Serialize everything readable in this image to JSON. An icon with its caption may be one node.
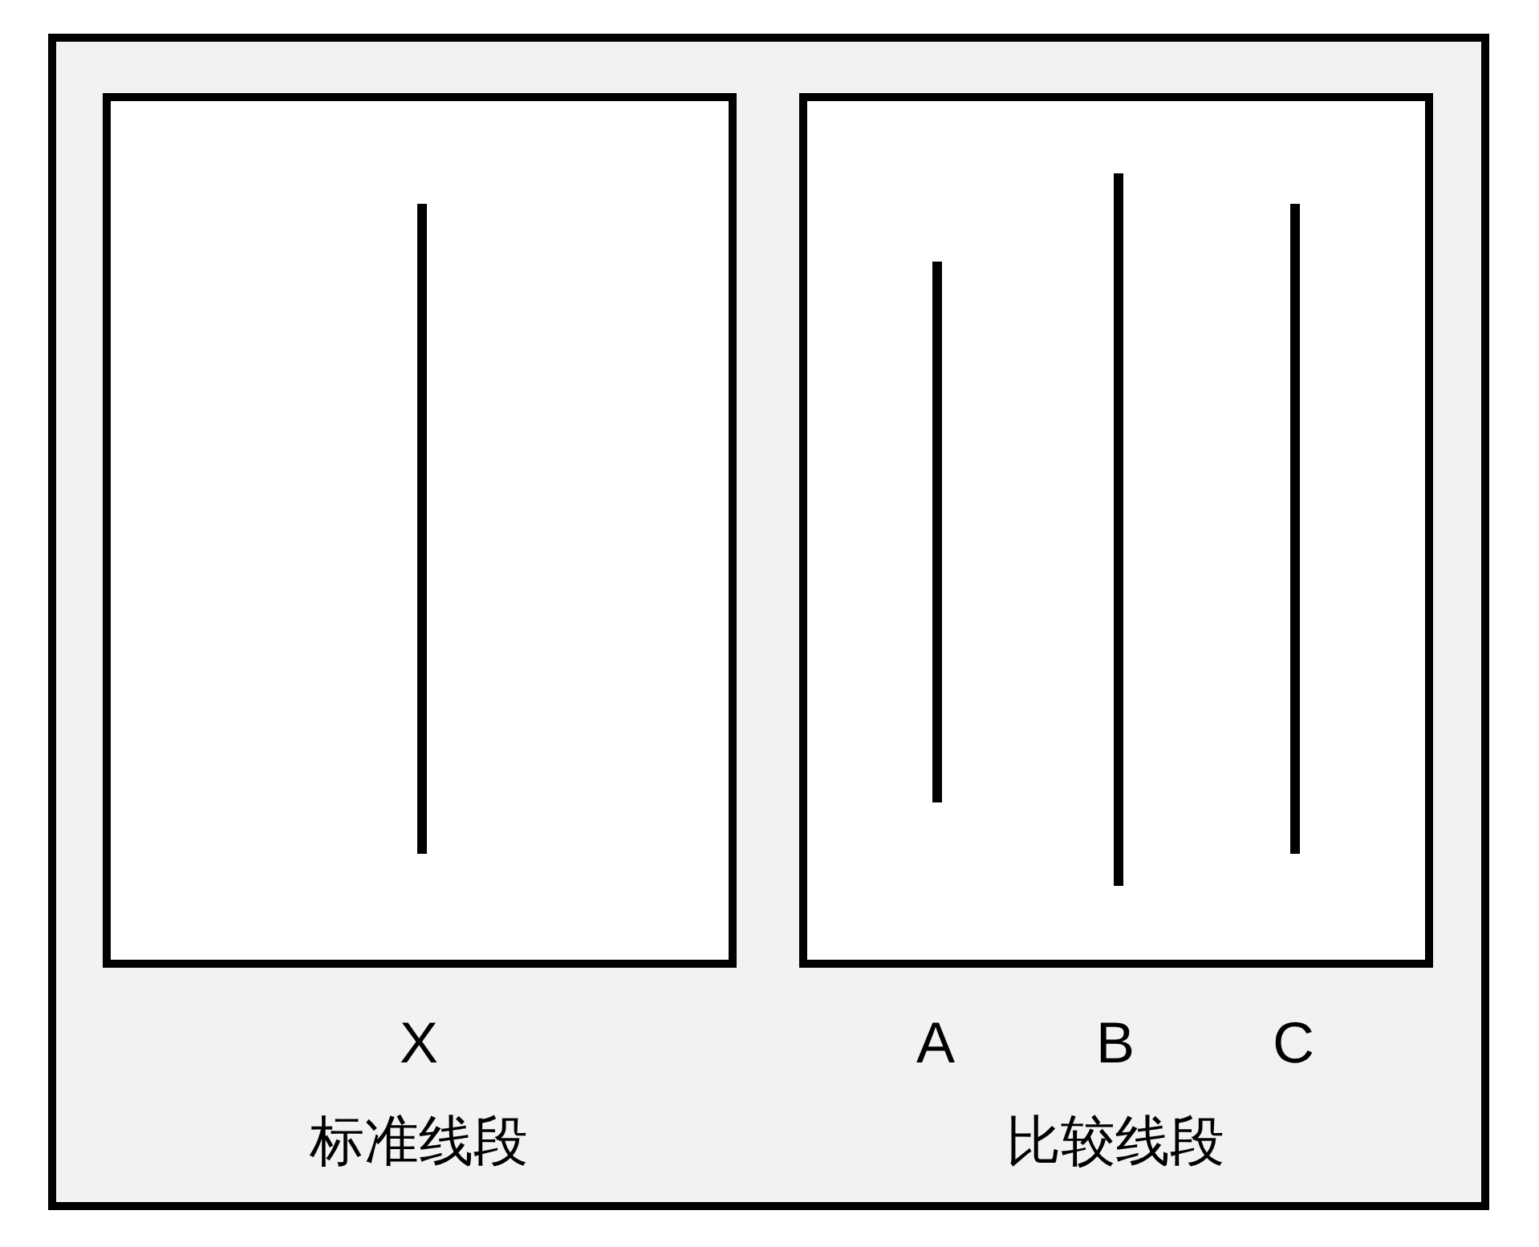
{
  "diagram": {
    "labels": [
      "X",
      "A",
      "B",
      "C",
      "标准线段",
      "比较线段"
    ]
  }
}
